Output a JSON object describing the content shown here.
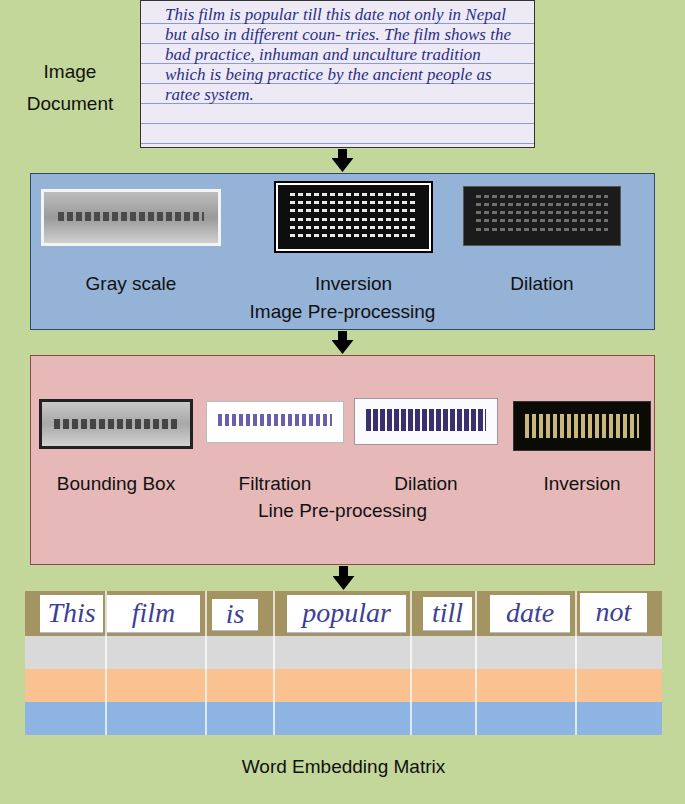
{
  "diagram": {
    "nodes": [
      {
        "text": [
          "This film is popular till this date not only in Nepal but also in different coun- tries. The film shows the bad practice, inhuman and unculture tradition which is being practice by the ancient people as ratee system."
        ]
      },
      {
        "text": [
          "Image Pre-processing"
        ]
      },
      {
        "text": [
          "Gray scale"
        ],
        "in": 1
      },
      {
        "text": [
          "Inversion"
        ],
        "in": 1
      },
      {
        "text": [
          "Dilation"
        ],
        "in": 1
      },
      {
        "text": [
          "Line Pre-processing"
        ]
      },
      {
        "text": [
          "Bounding Box"
        ],
        "in": 5
      },
      {
        "text": [
          "Filtration"
        ],
        "in": 5
      },
      {
        "text": [
          "Dilation"
        ],
        "in": 5
      },
      {
        "text": [
          "Inversion"
        ],
        "in": 5
      },
      {
        "text": [
          "Word Embedding Matrix"
        ]
      }
    ],
    "edges": [
      {
        "from": 0,
        "to": 1,
        "arrow": "to"
      },
      {
        "from": 1,
        "to": 5,
        "arrow": "to"
      },
      {
        "from": 5,
        "to": 10,
        "arrow": "to"
      }
    ],
    "labels": [
      "Image Document",
      "This",
      "film",
      "is",
      "popular",
      "till",
      "date",
      "not"
    ]
  }
}
